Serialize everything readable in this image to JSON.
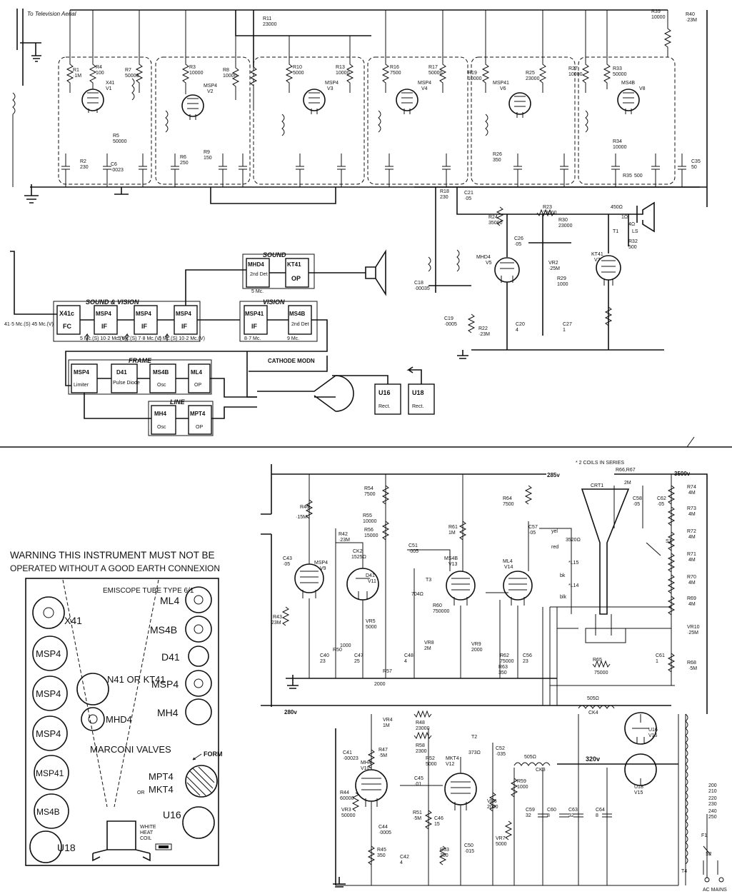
{
  "top_schematic": {
    "aerial_label": "To Television Aerial",
    "valves": [
      {
        "id": "V1",
        "type": "X41"
      },
      {
        "id": "V2",
        "type": "MSP4"
      },
      {
        "id": "V3",
        "type": "MSP4"
      },
      {
        "id": "V4",
        "type": "MSP4"
      },
      {
        "id": "V6",
        "type": "MSP41"
      },
      {
        "id": "V8",
        "type": "MS4B"
      },
      {
        "id": "V5",
        "type": "MHD4"
      },
      {
        "id": "V7",
        "type": "KT41"
      }
    ],
    "components": [
      {
        "ref": "R1",
        "value": "·1M"
      },
      {
        "ref": "R4",
        "value": "100"
      },
      {
        "ref": "R7",
        "value": "50000"
      },
      {
        "ref": "R3",
        "value": "10000"
      },
      {
        "ref": "R8",
        "value": "10000"
      },
      {
        "ref": "R11",
        "value": "23000"
      },
      {
        "ref": "R10",
        "value": "5000"
      },
      {
        "ref": "R13",
        "value": "10000"
      },
      {
        "ref": "R16",
        "value": "7500"
      },
      {
        "ref": "R17",
        "value": "50000"
      },
      {
        "ref": "R19",
        "value": "10000"
      },
      {
        "ref": "R25",
        "value": "23000"
      },
      {
        "ref": "R27",
        "value": "10000"
      },
      {
        "ref": "R33",
        "value": "50000"
      },
      {
        "ref": "R39",
        "value": "10000"
      },
      {
        "ref": "R40",
        "value": "·23M"
      },
      {
        "ref": "R2",
        "value": "230"
      },
      {
        "ref": "R5",
        "value": "50000"
      },
      {
        "ref": "R6",
        "value": "250"
      },
      {
        "ref": "R9",
        "value": "150"
      },
      {
        "ref": "R26",
        "value": "350"
      },
      {
        "ref": "R34",
        "value": "10000"
      },
      {
        "ref": "R35",
        "value": "500"
      },
      {
        "ref": "R18",
        "value": "230"
      },
      {
        "ref": "R23",
        "value": "23000"
      },
      {
        "ref": "R24",
        "value": "35000"
      },
      {
        "ref": "R30",
        "value": "23000"
      },
      {
        "ref": "R32",
        "value": "500"
      },
      {
        "ref": "R29",
        "value": "1000"
      },
      {
        "ref": "R22",
        "value": "·23M"
      },
      {
        "ref": "VR2",
        "value": "·25M"
      },
      {
        "ref": "C21",
        "value": "·05"
      },
      {
        "ref": "C26",
        "value": "·05"
      },
      {
        "ref": "C6",
        "value": "·0023"
      },
      {
        "ref": "C35",
        "value": "50"
      },
      {
        "ref": "C20",
        "value": "4"
      },
      {
        "ref": "C27",
        "value": "1"
      },
      {
        "ref": "C18",
        "value": "·00035"
      },
      {
        "ref": "C19",
        "value": "·0005"
      }
    ],
    "transformer_labels": [
      "450Ω",
      "1Ω",
      "4Ω",
      "T1",
      "LS"
    ]
  },
  "block_diagram": {
    "input_label": "41·5 Mc.(S) 45 Mc.(V)",
    "sound_vision_title": "SOUND & VISION",
    "sound_title": "SOUND",
    "vision_title": "VISION",
    "frame_title": "FRAME",
    "line_title": "LINE",
    "cathode_mod": "CATHODE MODN",
    "blocks_sv": [
      {
        "valve": "X41c",
        "role": "FC"
      },
      {
        "valve": "MSP4",
        "role": "IF"
      },
      {
        "valve": "MSP4",
        "role": "IF"
      },
      {
        "valve": "MSP4",
        "role": "IF"
      }
    ],
    "freqs_sv": [
      "5 Mc.(S) 10·2 Mc.(V)",
      "5 Mc.(S) 7·8 Mc.(V)",
      "5 Mc.(S) 10·2 Mc.(V)"
    ],
    "blocks_sound": [
      {
        "valve": "MHD4",
        "role": "2nd Det"
      },
      {
        "valve": "KT41",
        "role": "OP"
      }
    ],
    "sound_freq": "5 Mc.",
    "blocks_vision": [
      {
        "valve": "MSP41",
        "role": "IF"
      },
      {
        "valve": "MS4B",
        "role": "2nd Det"
      }
    ],
    "vision_freqs": [
      "8·7 Mc.",
      "9 Mc."
    ],
    "blocks_frame": [
      {
        "valve": "MSP4",
        "role": "Limiter"
      },
      {
        "valve": "D41",
        "role": "Pulse Diode"
      },
      {
        "valve": "MS4B",
        "role": "Osc"
      },
      {
        "valve": "ML4",
        "role": "OP"
      }
    ],
    "blocks_line": [
      {
        "valve": "MH4",
        "role": "Osc"
      },
      {
        "valve": "MPT4",
        "role": "OP"
      }
    ],
    "rectifiers": [
      {
        "valve": "U16",
        "role": "Rect."
      },
      {
        "valve": "U18",
        "role": "Rect."
      }
    ]
  },
  "warning": {
    "line1": "WARNING   THIS INSTRUMENT MUST NOT BE",
    "line2": "OPERATED  WITHOUT A GOOD EARTH CONNEXION"
  },
  "chassis": {
    "tube_title": "EMISCOPE TUBE TYPE 6/1",
    "marconi": "MARCONI VALVES",
    "form": "FORM",
    "or_word": "OR",
    "white_heat_coil": "WHITE HEAT COIL",
    "left_valves": [
      "X41",
      "MSP4",
      "MSP4",
      "MSP4",
      "MSP41",
      "MS4B",
      "U18"
    ],
    "right_valves": [
      "ML4",
      "MS4B",
      "D41",
      "MSP4",
      "MH4",
      "MPT4",
      "MKT4",
      "U16"
    ],
    "middle_valves": [
      "N41 OR KT41",
      "MHD4"
    ]
  },
  "bottom_schematic": {
    "rails": [
      "285v",
      "280v",
      "320v",
      "3500v"
    ],
    "note": "* 2 COILS IN SERIES",
    "valves": [
      {
        "id": "V9",
        "type": "MSP4"
      },
      {
        "id": "V11",
        "type": "D41"
      },
      {
        "id": "V13",
        "type": "MS4B"
      },
      {
        "id": "V14",
        "type": "ML4"
      },
      {
        "id": "V10",
        "type": "MH4"
      },
      {
        "id": "V12",
        "type": "MKT4"
      },
      {
        "id": "V16",
        "type": "U16"
      },
      {
        "id": "V15",
        "type": "U18"
      },
      {
        "id": "CRT1",
        "type": "CRT1"
      }
    ],
    "components": [
      {
        "ref": "R46",
        "value": "·15M"
      },
      {
        "ref": "R54",
        "value": "7500"
      },
      {
        "ref": "R55",
        "value": "10000"
      },
      {
        "ref": "R56",
        "value": "15000"
      },
      {
        "ref": "R42",
        "value": "·23M"
      },
      {
        "ref": "R61",
        "value": "1M"
      },
      {
        "ref": "R64",
        "value": "7500"
      },
      {
        "ref": "R43",
        "value": "23M"
      },
      {
        "ref": "R50",
        "value": "1000"
      },
      {
        "ref": "R57",
        "value": "2000"
      },
      {
        "ref": "R60",
        "value": "750000"
      },
      {
        "ref": "R62",
        "value": "75000"
      },
      {
        "ref": "R63",
        "value": "350"
      },
      {
        "ref": "R65",
        "value": "75000"
      },
      {
        "ref": "R66,R67",
        "value": "2M"
      },
      {
        "ref": "R74",
        "value": "4M"
      },
      {
        "ref": "R73",
        "value": "4M"
      },
      {
        "ref": "R72",
        "value": "4M"
      },
      {
        "ref": "R71",
        "value": "4M"
      },
      {
        "ref": "R70",
        "value": "4M"
      },
      {
        "ref": "R69",
        "value": "4M"
      },
      {
        "ref": "VR10",
        "value": "·25M"
      },
      {
        "ref": "R68",
        "value": "·5M"
      },
      {
        "ref": "VR5",
        "value": "5000"
      },
      {
        "ref": "VR9",
        "value": "2000"
      },
      {
        "ref": "VR8",
        "value": "2M"
      },
      {
        "ref": "C43",
        "value": "·05"
      },
      {
        "ref": "C51",
        "value": "·005"
      },
      {
        "ref": "C57",
        "value": "·05"
      },
      {
        "ref": "C40",
        "value": "23"
      },
      {
        "ref": "C47",
        "value": "25"
      },
      {
        "ref": "C48",
        "value": "4"
      },
      {
        "ref": "C56",
        "value": "23"
      },
      {
        "ref": "C58",
        "value": "·05"
      },
      {
        "ref": "C62",
        "value": "·05"
      },
      {
        "ref": "C61",
        "value": "1"
      },
      {
        "ref": "R48",
        "value": "23000"
      },
      {
        "ref": "R58",
        "value": "2300"
      },
      {
        "ref": "R47",
        "value": "·5M"
      },
      {
        "ref": "R44",
        "value": "60000"
      },
      {
        "ref": "R45",
        "value": "350"
      },
      {
        "ref": "R51",
        "value": "·5M"
      },
      {
        "ref": "R52",
        "value": "5000"
      },
      {
        "ref": "R53",
        "value": "350"
      },
      {
        "ref": "R59",
        "value": "1000"
      },
      {
        "ref": "VR4",
        "value": "1M"
      },
      {
        "ref": "VR3",
        "value": "50000"
      },
      {
        "ref": "VR6",
        "value": "2000"
      },
      {
        "ref": "VR7",
        "value": "5000"
      },
      {
        "ref": "C41",
        "value": "·00023"
      },
      {
        "ref": "C44",
        "value": "·0005"
      },
      {
        "ref": "C45",
        "value": "·01"
      },
      {
        "ref": "C46",
        "value": "15"
      },
      {
        "ref": "C50",
        "value": "·015"
      },
      {
        "ref": "C42",
        "value": "4"
      },
      {
        "ref": "C52",
        "value": "·035"
      },
      {
        "ref": "C59",
        "value": "32"
      },
      {
        "ref": "C60",
        "value": "8"
      },
      {
        "ref": "C63",
        "value": "32"
      },
      {
        "ref": "C64",
        "value": "8"
      },
      {
        "ref": "CK2",
        "value": "1525Ω"
      },
      {
        "ref": "CK3",
        "value": "505Ω"
      },
      {
        "ref": "CK4",
        "value": "505Ω"
      },
      {
        "ref": "T2",
        "value": "373Ω"
      },
      {
        "ref": "T3",
        "value": "704Ω"
      },
      {
        "ref": "T4",
        "value": ""
      },
      {
        "ref": "L16",
        "value": "3520Ω"
      },
      {
        "ref": "L15",
        "value": "*L15"
      },
      {
        "ref": "L14",
        "value": "*L14"
      },
      {
        "ref": "F1",
        "value": ""
      },
      {
        "ref": "S1",
        "value": ""
      },
      {
        "ref": "S2",
        "value": ""
      }
    ],
    "mains_label": "AC MAINS",
    "tap_labels": [
      "200",
      "210",
      "220",
      "230",
      "240",
      "250"
    ],
    "wire_colors": [
      "yel",
      "red",
      "bk",
      "blk"
    ]
  }
}
